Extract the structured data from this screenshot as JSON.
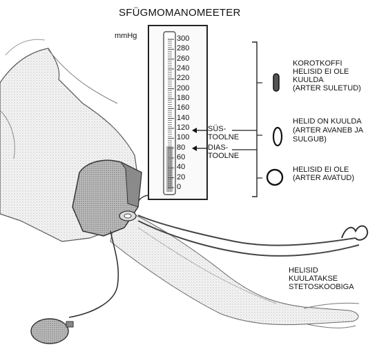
{
  "title": "SFÜGMOMANOMEETER",
  "unit": "mmHg",
  "scale_labels": [
    "300",
    "280",
    "260",
    "240",
    "220",
    "200",
    "180",
    "160",
    "140",
    "120",
    "100",
    "80",
    "60",
    "40",
    "20",
    "0"
  ],
  "systolic_label": [
    "SÜS-",
    "TOOLNE"
  ],
  "diastolic_label": [
    "DIAS-",
    "TOOLNE"
  ],
  "sounds": {
    "not_heard": [
      "KOROTKOFFI",
      "HELISID EI OLE",
      "KUULDA",
      "(ARTER SULETUD)"
    ],
    "heard": [
      "HELID ON KUULDA",
      "(ARTER AVANEB JA",
      "SULGUB)"
    ],
    "none": [
      "HELISID EI OLE",
      "(ARTER AVATUD)"
    ]
  },
  "stethoscope_label": [
    "HELISID",
    "KUULATAKSE",
    "STETOSKOOBIGA"
  ],
  "readings": {
    "systolic_mmHg": 120,
    "diastolic_mmHg": 80
  }
}
